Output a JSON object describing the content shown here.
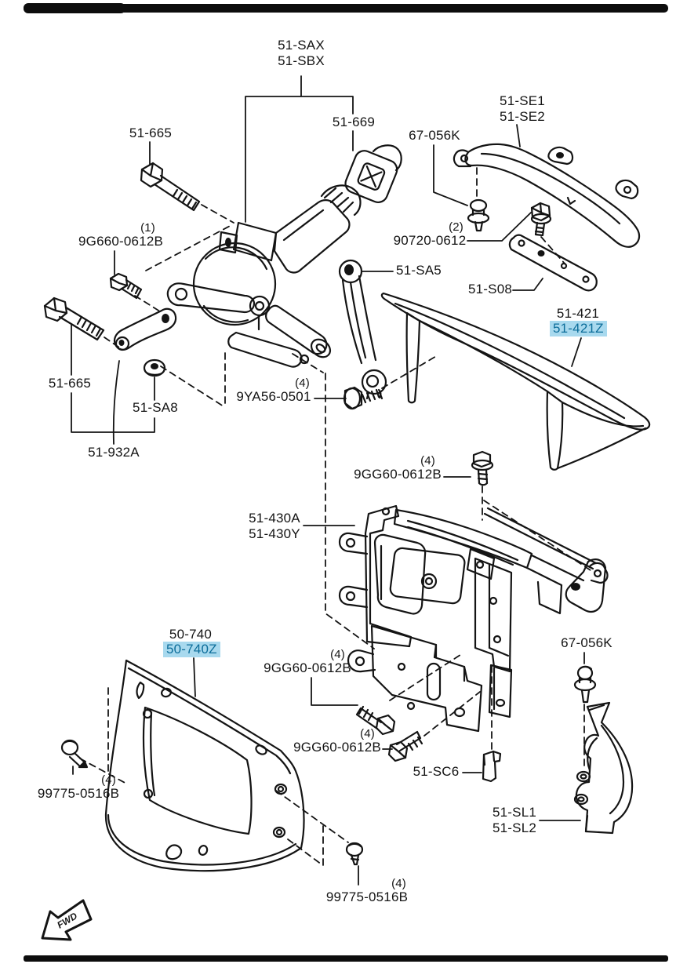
{
  "diagram": {
    "type": "exploded-parts-diagram",
    "orientation_marker": "FWD",
    "colors": {
      "ink": "#141414",
      "highlight_background": "#a8d9ee",
      "highlight_text": "#0c6d9a",
      "page_background": "#ffffff"
    }
  },
  "labels": {
    "motor_assy": {
      "line1": "51-SAX",
      "line2": "51-SBX"
    },
    "bolt_51_665_top": {
      "text": "51-665"
    },
    "grommet_51_669": {
      "text": "51-669"
    },
    "clip_67_056k_top": {
      "text": "67-056K"
    },
    "trim_51_se": {
      "line1": "51-SE1",
      "line2": "51-SE2"
    },
    "bolt_9g660_0612b": {
      "count": "(1)",
      "text": "9G660-0612B"
    },
    "bolt_90720_0612": {
      "count": "(2)",
      "text": "90720-0612"
    },
    "link_51_sa5": {
      "text": "51-SA5"
    },
    "plate_51_s08": {
      "text": "51-S08"
    },
    "spoiler_51_421": {
      "text": "51-421"
    },
    "spoiler_51_421z": {
      "text": "51-421Z"
    },
    "bolt_51_665_left": {
      "text": "51-665"
    },
    "washer_51_sa8": {
      "text": "51-SA8"
    },
    "bolt_9ya56_0501": {
      "count": "(4)",
      "text": "9YA56-0501"
    },
    "arm_51_932a": {
      "text": "51-932A"
    },
    "bolt_9gg60_0612b_top": {
      "count": "(4)",
      "text": "9GG60-0612B"
    },
    "frame_51_430": {
      "line1": "51-430A",
      "line2": "51-430Y"
    },
    "panel_50_740": {
      "text": "50-740"
    },
    "panel_50_740z": {
      "text": "50-740Z"
    },
    "bolt_9gg60_0612b_left": {
      "count": "(4)",
      "text": "9GG60-0612B"
    },
    "clip_67_056k_bottom": {
      "text": "67-056K"
    },
    "bolt_9gg60_0612b_bottom": {
      "count": "(4)",
      "text": "9GG60-0612B"
    },
    "clip_51_sc6": {
      "text": "51-SC6"
    },
    "screw_99775_0516b_left": {
      "count": "(4)",
      "text": "99775-0516B"
    },
    "bracket_51_sl": {
      "line1": "51-SL1",
      "line2": "51-SL2"
    },
    "screw_99775_0516b_bottom": {
      "count": "(4)",
      "text": "99775-0516B"
    },
    "fwd": {
      "text": "FWD"
    }
  }
}
